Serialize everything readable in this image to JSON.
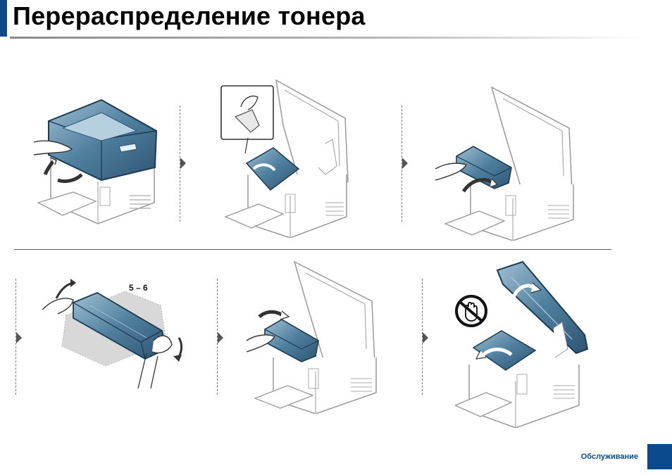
{
  "header": {
    "title": "Перераспределение тонера"
  },
  "steps": [
    {
      "id": 1,
      "icon": "printer-scanner-lid-open-icon"
    },
    {
      "id": 2,
      "icon": "printer-inner-cover-open-icon"
    },
    {
      "id": 3,
      "icon": "toner-cartridge-remove-icon"
    },
    {
      "id": 4,
      "icon": "toner-shake-icon",
      "label": "5 – 6"
    },
    {
      "id": 5,
      "icon": "toner-cartridge-insert-icon"
    },
    {
      "id": 6,
      "icon": "printer-close-cover-icon"
    }
  ],
  "warning": {
    "icon": "do-not-touch-icon"
  },
  "footer": {
    "section": "Обслуживание",
    "page": ""
  },
  "colors": {
    "accent": "#0b4a8c",
    "illustration_blue": "#3f6f8e"
  }
}
